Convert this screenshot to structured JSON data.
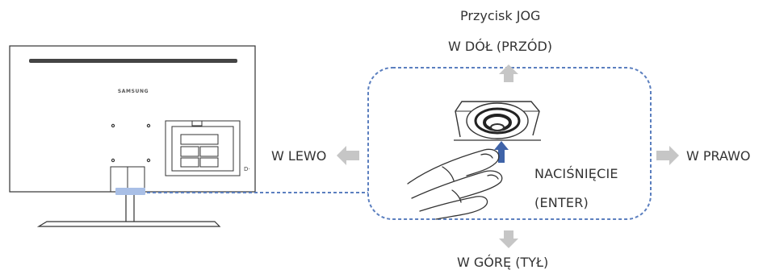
{
  "title": "Przycisk JOG",
  "directions": {
    "down": "W DÓŁ (PRZÓD)",
    "left": "W LEWO",
    "right": "W PRAWO",
    "up": "W GÓRĘ (TYŁ)"
  },
  "press": {
    "line1": "NACIŚNIĘCIE",
    "line2": "(ENTER)"
  },
  "monitor": {
    "brand": "SAMSUNG"
  },
  "colors": {
    "arrow": "#c6c6c6",
    "dash": "#5b7fbf",
    "highlight": "#a9bfe6",
    "line": "#333333",
    "press_arrow": "#3f63a8"
  }
}
